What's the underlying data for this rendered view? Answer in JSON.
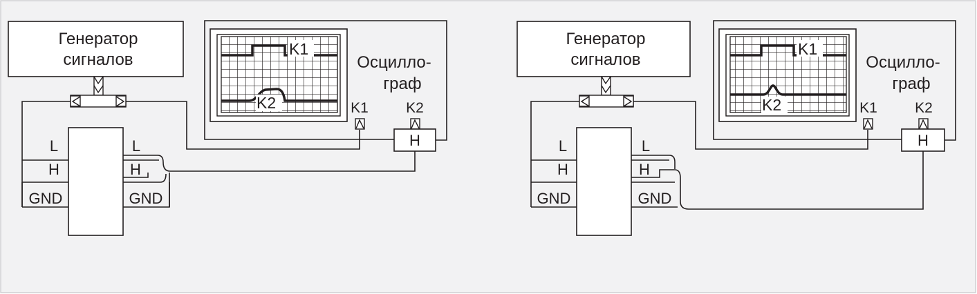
{
  "colors": {
    "panel_bg": "#f2f2f3",
    "panel_border": "#cfcfd2",
    "line": "#231f20",
    "fill": "#ffffff"
  },
  "diagrams": [
    {
      "generator": {
        "line1": "Генератор",
        "line2": "сигналов"
      },
      "scope": {
        "label_line1": "Осцилло-",
        "label_line2": "граф",
        "trace1": "K1",
        "trace2": "K2",
        "ch1": "K1",
        "ch2": "K2",
        "input_h": "H"
      },
      "device": {
        "left_l": "L",
        "left_h": "H",
        "left_gnd": "GND",
        "right_l": "L",
        "right_h": "H",
        "right_gnd": "GND"
      }
    },
    {
      "generator": {
        "line1": "Генератор",
        "line2": "сигналов"
      },
      "scope": {
        "label_line1": "Осцилло-",
        "label_line2": "граф",
        "trace1": "K1",
        "trace2": "K2",
        "ch1": "K1",
        "ch2": "K2",
        "input_h": "H"
      },
      "device": {
        "left_l": "L",
        "left_h": "H",
        "left_gnd": "GND",
        "right_l": "L",
        "right_h": "H",
        "right_gnd": "GND"
      }
    }
  ]
}
